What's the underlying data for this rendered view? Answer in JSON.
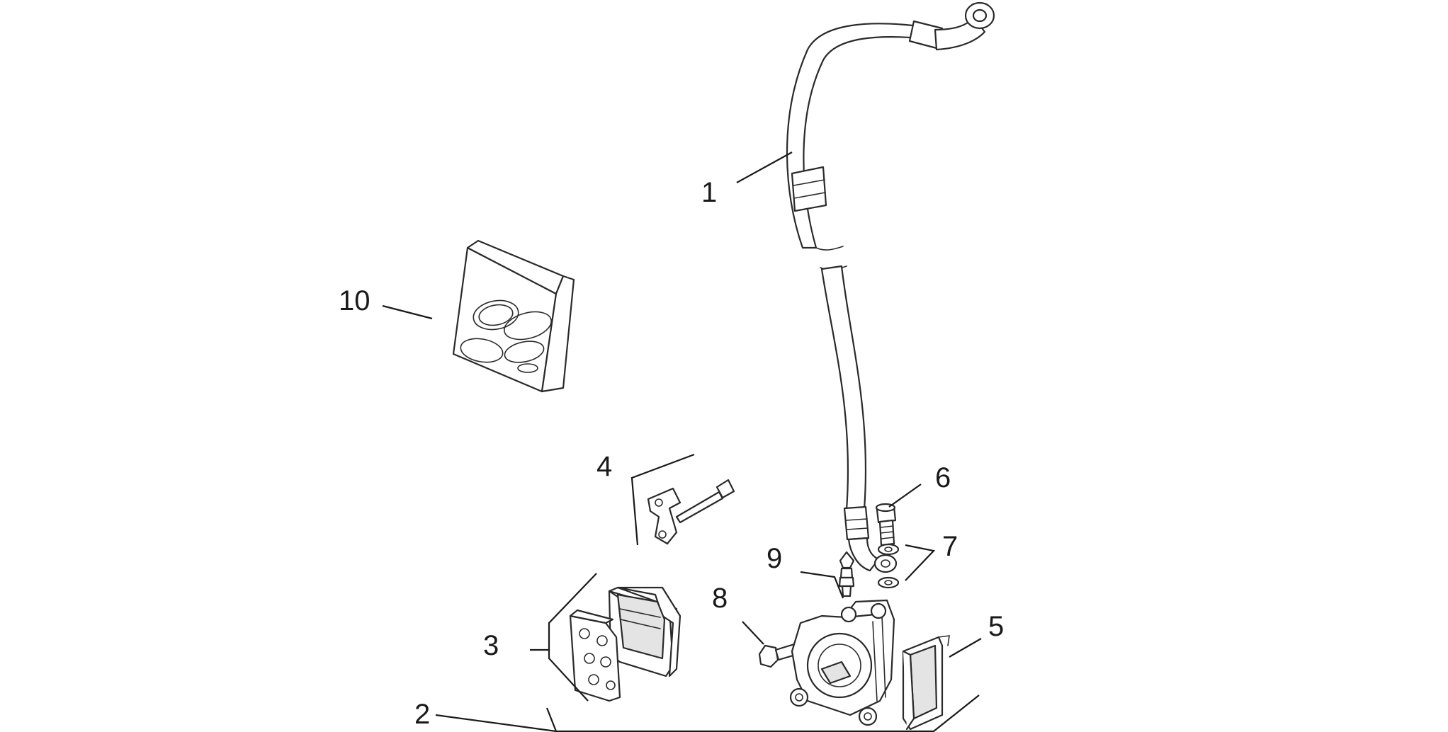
{
  "diagram": {
    "callouts": {
      "c1": "1",
      "c2": "2",
      "c3": "3",
      "c4": "4",
      "c5": "5",
      "c6": "6",
      "c7": "7",
      "c8": "8",
      "c9": "9",
      "c10": "10"
    },
    "parts": {
      "p1": "brake-hose",
      "p2": "brake-caliper-assembly",
      "p3": "brake-pads",
      "p4": "pad-spring-and-pin",
      "p5": "caliper-cover",
      "p6": "banjo-bolt",
      "p7": "sealing-washers",
      "p8": "caliper-bolt",
      "p9": "bleed-valve",
      "p10": "seal-kit"
    }
  }
}
